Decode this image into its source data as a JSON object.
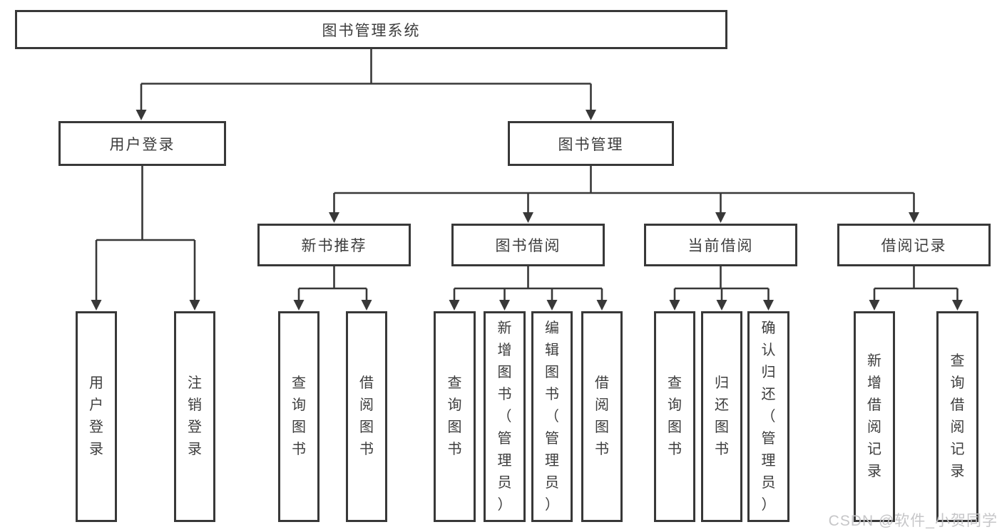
{
  "diagram": {
    "root": {
      "label": "图书管理系统"
    },
    "branches": [
      {
        "label": "用户登录",
        "children": [
          {
            "label": "用户登录"
          },
          {
            "label": "注销登录"
          }
        ]
      },
      {
        "label": "图书管理",
        "children": [
          {
            "label": "新书推荐",
            "children": [
              {
                "label": "查询图书"
              },
              {
                "label": "借阅图书"
              }
            ]
          },
          {
            "label": "图书借阅",
            "children": [
              {
                "label": "查询图书"
              },
              {
                "label": "新增图书（管理员）"
              },
              {
                "label": "编辑图书（管理员）"
              },
              {
                "label": "借阅图书"
              }
            ]
          },
          {
            "label": "当前借阅",
            "children": [
              {
                "label": "查询图书"
              },
              {
                "label": "归还图书"
              },
              {
                "label": "确认归还（管理员）"
              }
            ]
          },
          {
            "label": "借阅记录",
            "children": [
              {
                "label": "新增借阅记录"
              },
              {
                "label": "查询借阅记录"
              }
            ]
          }
        ]
      }
    ],
    "watermark": "CSDN @软件_小贺同学",
    "colors": {
      "line": "#383838",
      "text": "#3d3d3d",
      "box_bg": "#ffffff",
      "watermark": "#c3c3c5"
    }
  }
}
